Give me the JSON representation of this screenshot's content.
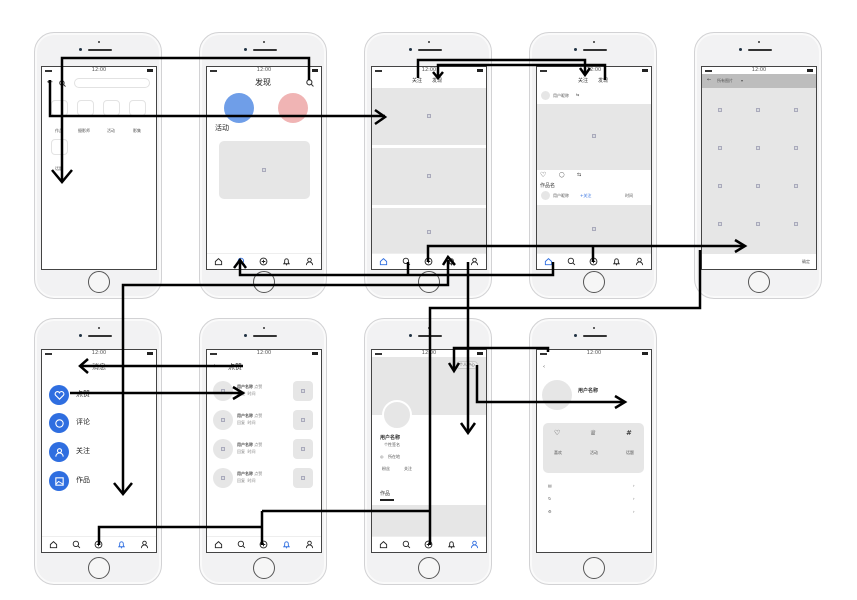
{
  "status_time": "12:00",
  "search_screen": {
    "categories": [
      "作品",
      "摄影师",
      "活动",
      "影集",
      "话题"
    ]
  },
  "discover_screen": {
    "title": "发现",
    "section_title": "活动"
  },
  "feed_tabs": [
    "关注",
    "发现"
  ],
  "following_screen": {
    "user_nickname": "用户昵称",
    "work_name": "作品名",
    "follow_label": "+关注",
    "time_label": "时间"
  },
  "photos_screen": {
    "title": "所有图片",
    "confirm": "确定"
  },
  "messages_screen": {
    "title": "消息",
    "items": [
      "点赞",
      "评论",
      "关注",
      "作品"
    ]
  },
  "likes_screen": {
    "title": "点赞",
    "rows": [
      {
        "name": "用户名称",
        "action": "点赞",
        "reply": "回复",
        "time": "时间"
      },
      {
        "name": "用户名称",
        "action": "点赞",
        "reply": "回复",
        "time": "时间"
      },
      {
        "name": "用户名称",
        "action": "点赞",
        "reply": "回复",
        "time": "时间"
      },
      {
        "name": "用户名称",
        "action": "点赞",
        "reply": "回复",
        "time": "时间"
      }
    ]
  },
  "profile_screen": {
    "center_button": "个人中心",
    "username": "用户名称",
    "signature": "个性签名",
    "location": "所在地",
    "fans": "粉丝",
    "following": "关注",
    "works_tab": "作品"
  },
  "settings_screen": {
    "username": "用户名称",
    "cards": [
      "喜欢",
      "活动",
      "话题"
    ]
  },
  "colors": {
    "accent": "#2f6ee0",
    "pink": "#f0b4b4",
    "blue_soft": "#6f9ee8"
  }
}
